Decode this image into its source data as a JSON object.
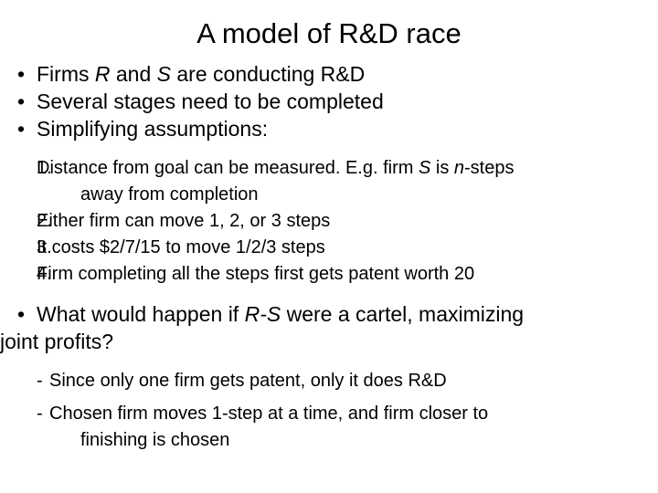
{
  "slide": {
    "title": "A model of R&D race",
    "bullet_glyph": "•",
    "dash_glyph": "-",
    "bullets": [
      {
        "text": "Firms R and S are conducting R&D"
      },
      {
        "text": "Several stages need to be completed"
      },
      {
        "text": "Simplifying assumptions:"
      }
    ],
    "numbered": [
      {
        "marker": "1.",
        "line1_a": "Distance from goal can be measured. E.g. firm ",
        "line1_italic_1": "S",
        "line1_b": " is ",
        "line1_italic_2": "n",
        "line1_c": "-steps",
        "line2": "away from completion"
      },
      {
        "marker": "2.",
        "text": "Either firm can move 1, 2, or 3 steps"
      },
      {
        "marker": "3.",
        "text": "It costs $2/7/15 to move 1/2/3 steps"
      },
      {
        "marker": "4.",
        "text": "Firm completing all the steps first gets patent worth 20"
      }
    ],
    "question_bullet": {
      "part_a": "What would happen if ",
      "italic": "R-S",
      "part_b": " were a cartel, maximizing",
      "line2": "joint profits?"
    },
    "dashes": [
      {
        "marker": "-",
        "text": "Since only one firm gets patent, only it does R&D"
      },
      {
        "marker": "-",
        "line1": "Chosen firm moves 1-step at a time, and firm closer to",
        "line2": "finishing is chosen"
      }
    ]
  },
  "colors": {
    "background": "#ffffff",
    "text": "#000000"
  }
}
